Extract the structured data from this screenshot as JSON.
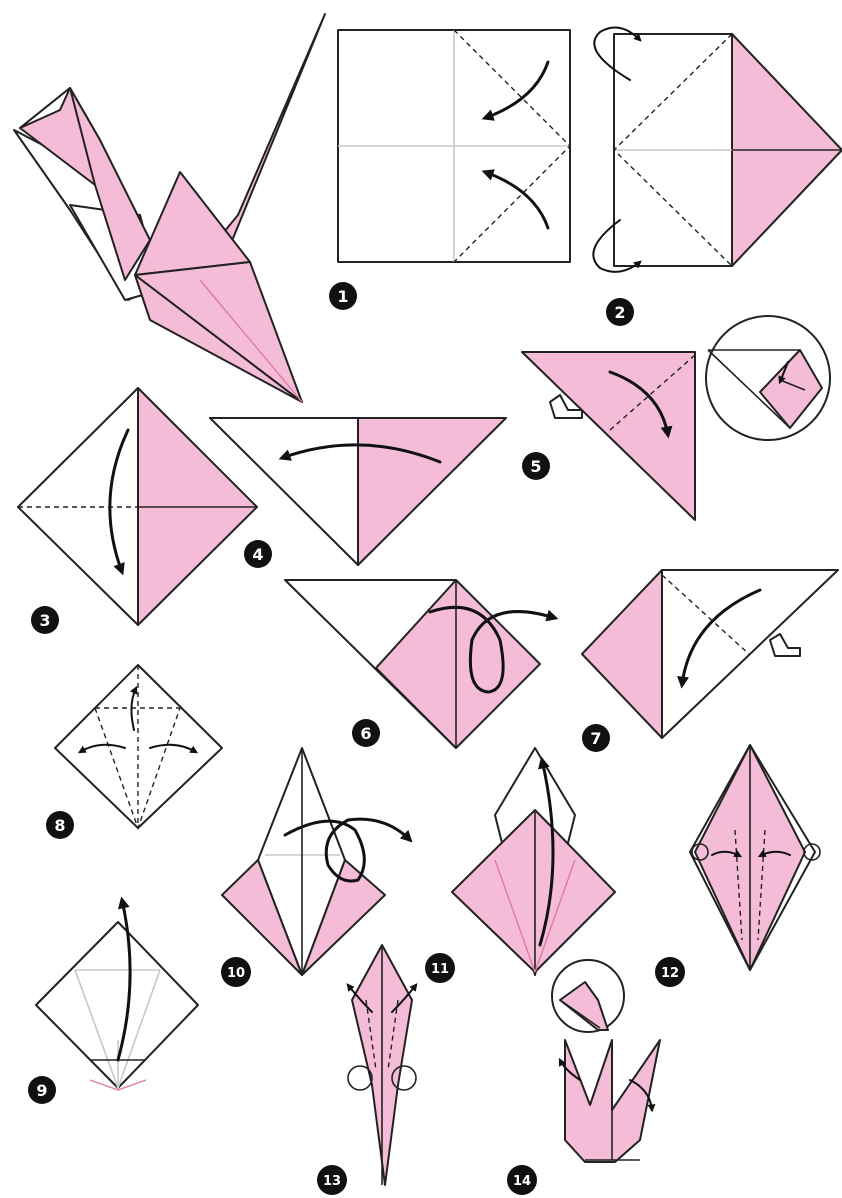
{
  "steps": [
    {
      "id": 1,
      "label": "1"
    },
    {
      "id": 2,
      "label": "2"
    },
    {
      "id": 3,
      "label": "3"
    },
    {
      "id": 4,
      "label": "4"
    },
    {
      "id": 5,
      "label": "5"
    },
    {
      "id": 6,
      "label": "6"
    },
    {
      "id": 7,
      "label": "7"
    },
    {
      "id": 8,
      "label": "8"
    },
    {
      "id": 9,
      "label": "9"
    },
    {
      "id": 10,
      "label": "10"
    },
    {
      "id": 11,
      "label": "11"
    },
    {
      "id": 12,
      "label": "12"
    },
    {
      "id": 13,
      "label": "13"
    },
    {
      "id": 14,
      "label": "14"
    }
  ],
  "colors": {
    "paper_pink": "#f4bcd6",
    "paper_white": "#ffffff",
    "outline": "#222222",
    "badge": "#111111"
  }
}
